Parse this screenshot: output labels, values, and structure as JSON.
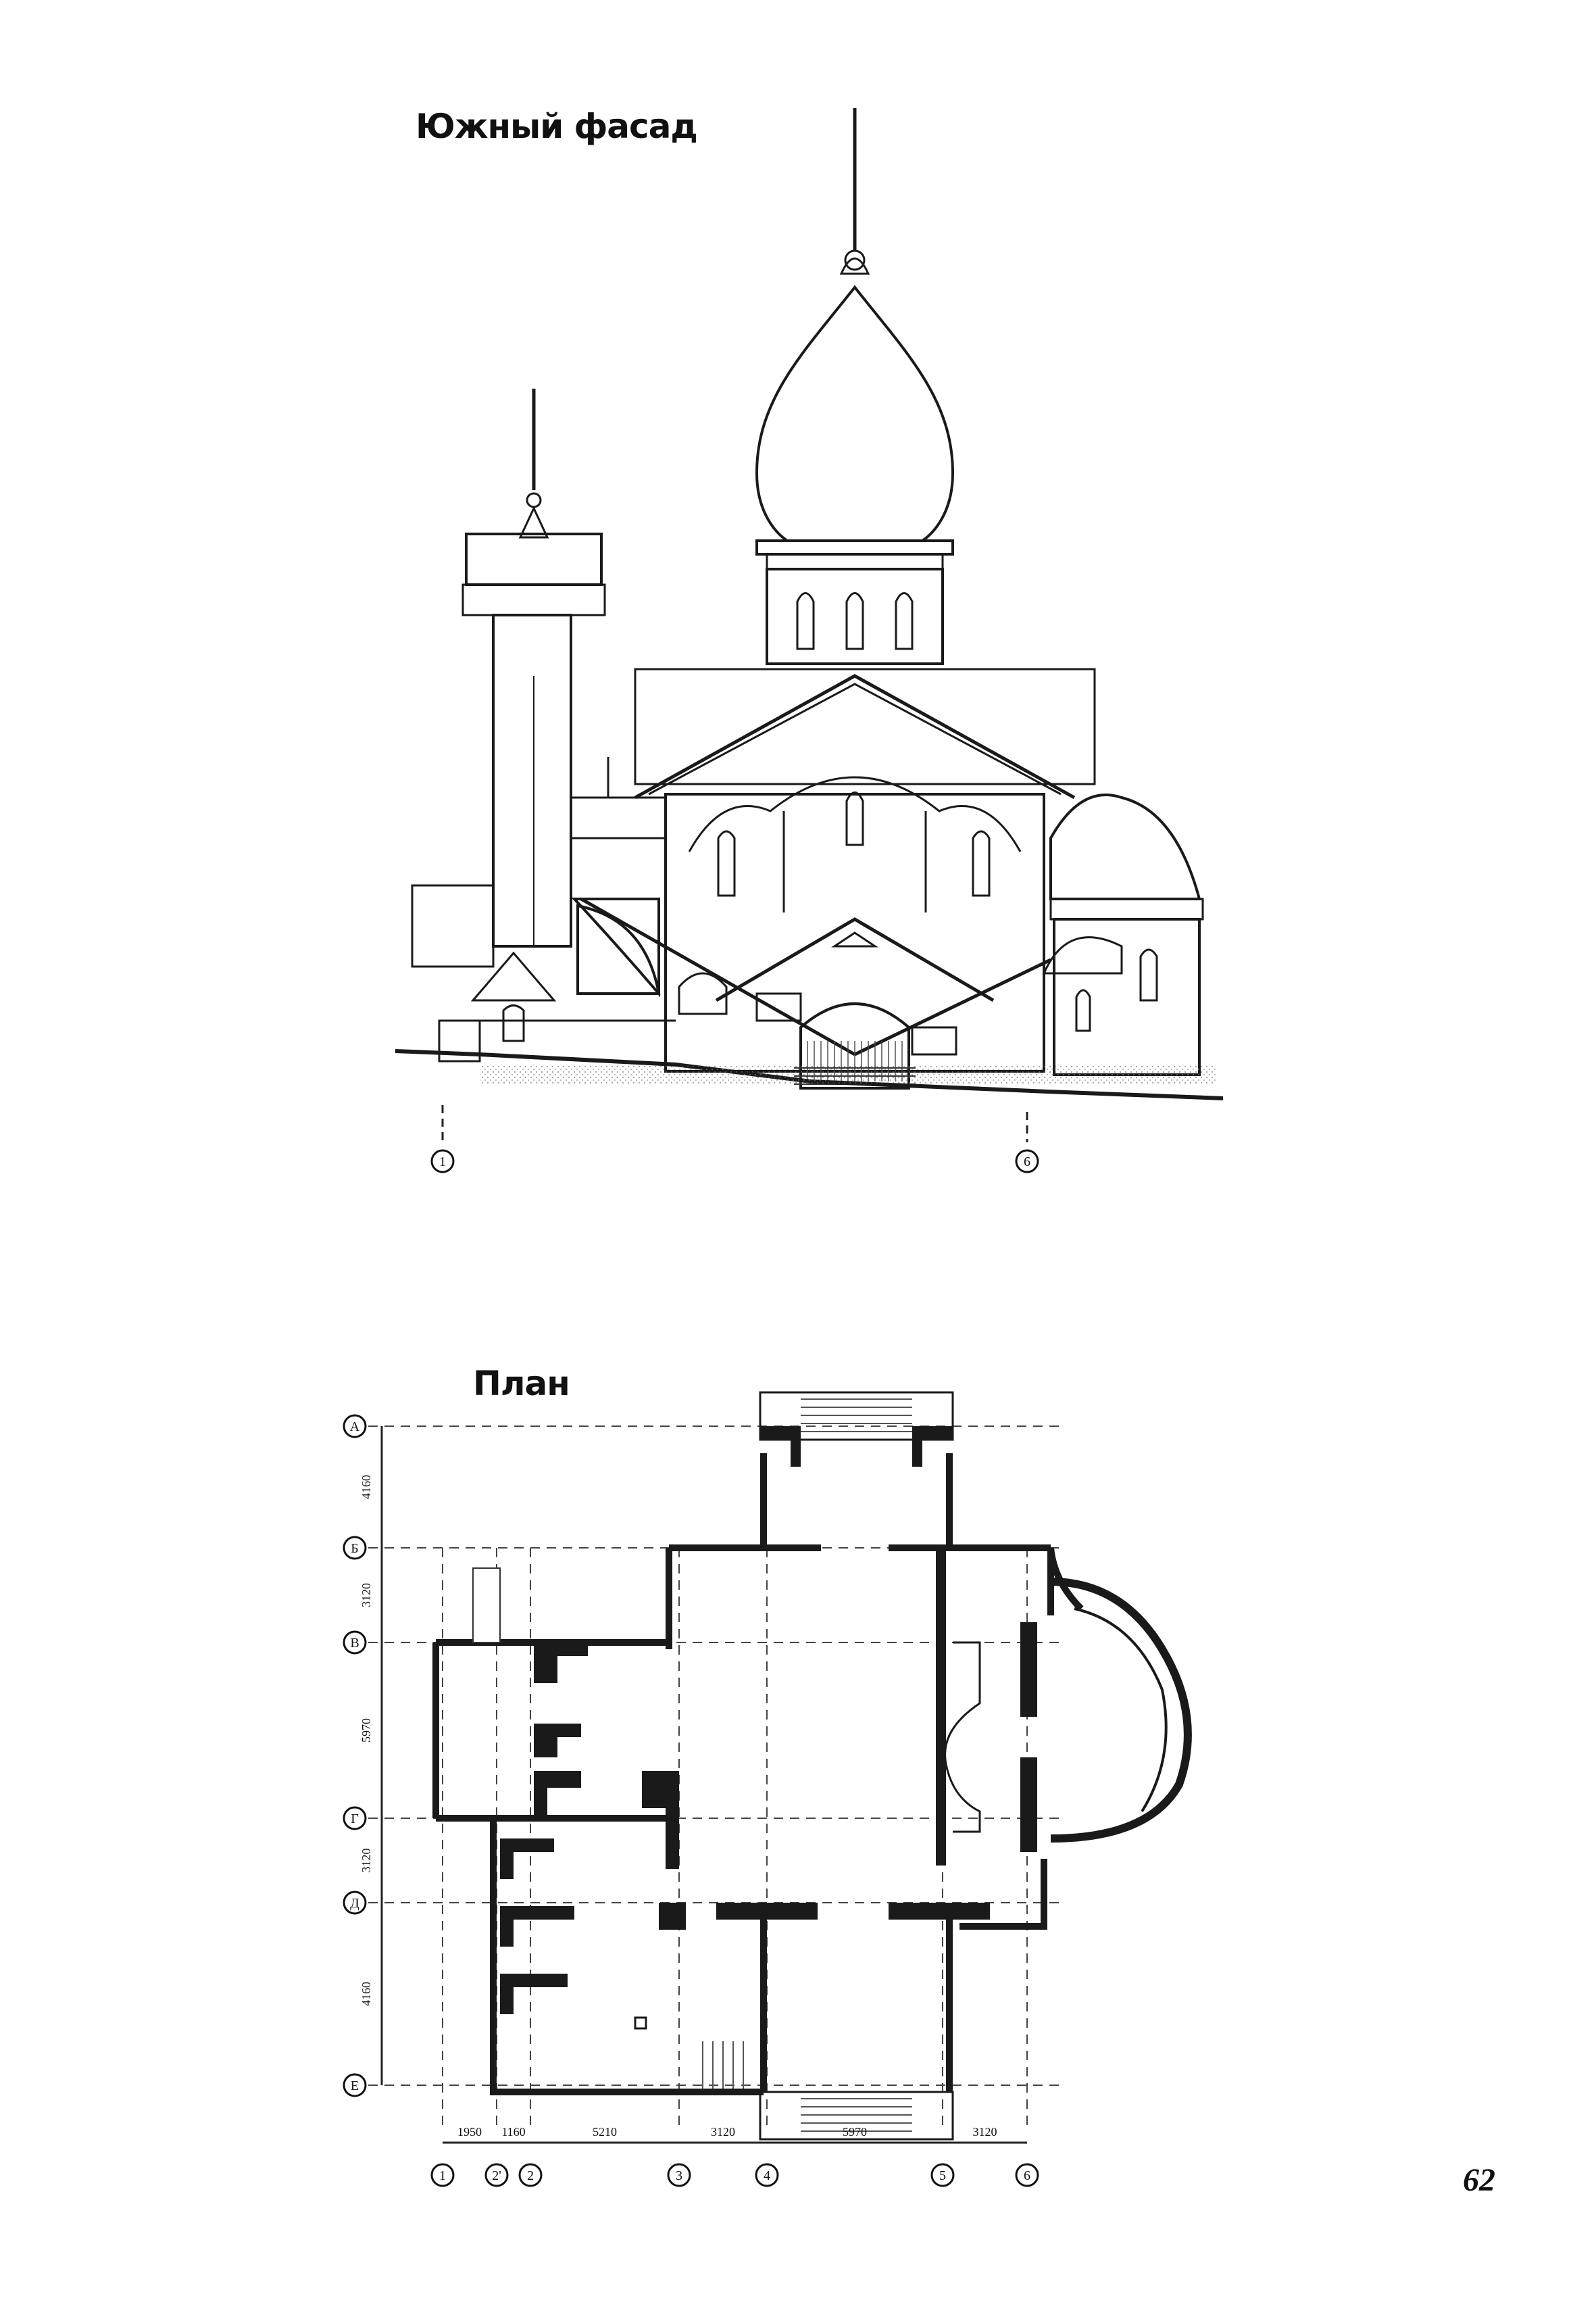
{
  "facade": {
    "title": "Южный фасад",
    "axes": [
      "1",
      "6"
    ]
  },
  "plan": {
    "title": "План",
    "row_axes": [
      "А",
      "Б",
      "В",
      "Г",
      "Д",
      "Е"
    ],
    "row_dims": [
      "4160",
      "3120",
      "5970",
      "3120",
      "4160"
    ],
    "col_axes": [
      "1",
      "2'",
      "2",
      "3",
      "4",
      "5",
      "6"
    ],
    "col_dims": [
      "1950",
      "1160",
      "5210",
      "3120",
      "5970",
      "3120"
    ]
  },
  "page_number": "62"
}
